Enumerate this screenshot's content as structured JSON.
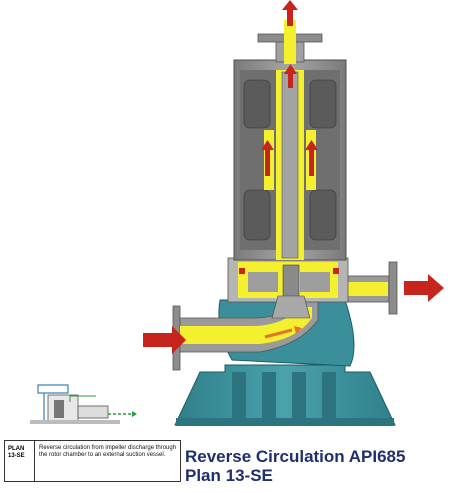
{
  "title": {
    "line1": "Reverse Circulation API685",
    "line2": "Plan 13-SE"
  },
  "legend": {
    "code_line1": "PLAN",
    "code_line2": "13-SE",
    "description": "Reverse circulation from impeller discharge through the rotor chamber to an external suction vessel."
  },
  "colors": {
    "casing_gray": "#8c8c8c",
    "base_teal": "#3a8f9a",
    "flow_yellow": "#f4ef2f",
    "arrow_red": "#c8241e",
    "title_navy": "#1f2f6d"
  }
}
